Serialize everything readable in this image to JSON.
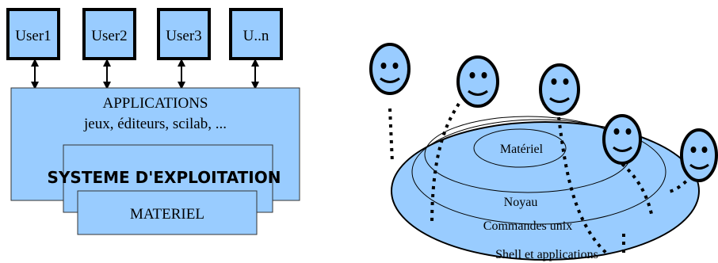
{
  "left_diagram": {
    "users": [
      "User1",
      "User2",
      "User3",
      "U..n"
    ],
    "applications_title": "APPLICATIONS",
    "applications_examples": "jeux, éditeurs, scilab, ...",
    "os_label": "SYSTEME D'EXPLOITATION",
    "hardware_label": "MATERIEL"
  },
  "right_diagram": {
    "layers": {
      "hardware": "Matériel",
      "kernel": "Noyau",
      "unix_commands": "Commandes unix",
      "shell_apps": "Shell et applications"
    },
    "user_count": 5
  },
  "colors": {
    "box_fill": "#99ccff",
    "ellipse_fill": "#99ccff",
    "face_fill": "#99ccff",
    "stroke": "#000000"
  }
}
